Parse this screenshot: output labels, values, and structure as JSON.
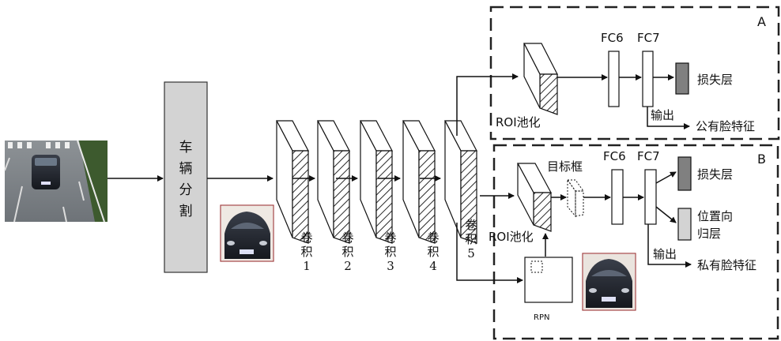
{
  "diagram": {
    "panel_a_label": "A",
    "panel_b_label": "B",
    "segmentation_label": [
      "车",
      "辆",
      "分",
      "割"
    ],
    "conv_layers": [
      {
        "chars": [
          "卷",
          "积",
          "1"
        ]
      },
      {
        "chars": [
          "卷",
          "积",
          "2"
        ]
      },
      {
        "chars": [
          "卷",
          "积",
          "3"
        ]
      },
      {
        "chars": [
          "卷",
          "积",
          "4"
        ]
      },
      {
        "chars": [
          "卷",
          "积",
          "5"
        ]
      }
    ],
    "branch_a": {
      "roi_label": "ROI池化",
      "fc6": "FC6",
      "fc7": "FC7",
      "loss_label": "损失层",
      "output_label": "输出",
      "feature_label": "公有脸特征"
    },
    "branch_b": {
      "roi_label": "ROI池化",
      "target_box_label": "目标框",
      "fc6": "FC6",
      "fc7": "FC7",
      "loss_label": "损失层",
      "regression_label_line1": "位置向",
      "regression_label_line2": "归层",
      "output_label": "输出",
      "feature_label": "私有脸特征",
      "rpn_label": "RPN"
    },
    "colors": {
      "segmentation_box": "#d3d3d3",
      "loss_box": "#808080",
      "regression_box": "#d3d3d3",
      "panel_border": "#222222"
    }
  }
}
